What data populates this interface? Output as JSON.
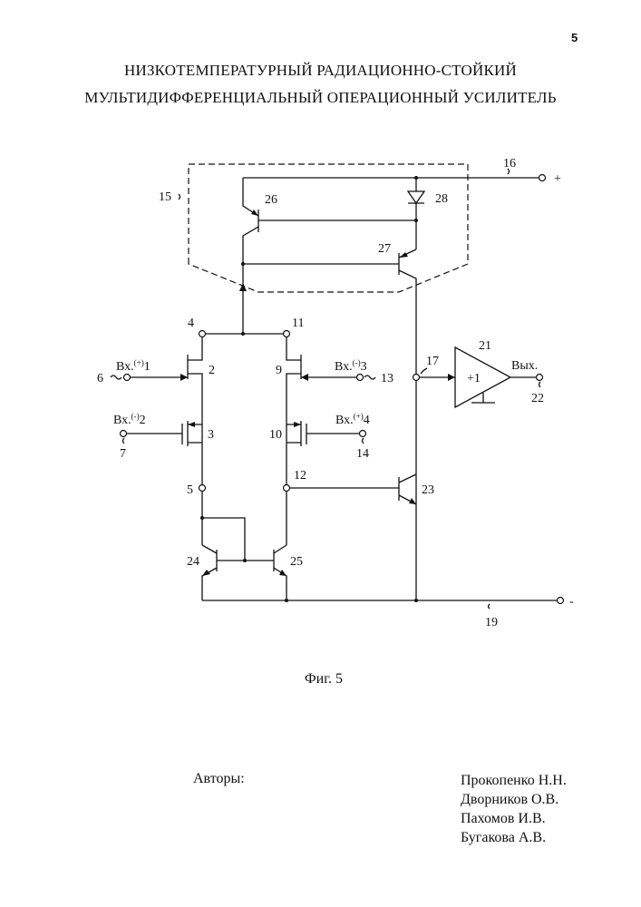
{
  "page_number": "5",
  "title": [
    "НИЗКОТЕМПЕРАТУРНЫЙ РАДИАЦИОННО-СТОЙКИЙ",
    "МУЛЬТИДИФФЕРЕНЦИАЛЬНЫЙ ОПЕРАЦИОННЫЙ УСИЛИТЕЛЬ"
  ],
  "diagram": {
    "labels": {
      "n2": "2",
      "n3": "3",
      "n4": "4",
      "n5": "5",
      "n6": "6",
      "n7": "7",
      "n9": "9",
      "n10": "10",
      "n11": "11",
      "n12": "12",
      "n13": "13",
      "n14": "14",
      "n15": "15",
      "n16": "16",
      "n17": "17",
      "n19": "19",
      "n21": "21",
      "n22": "22",
      "n23": "23",
      "n24": "24",
      "n25": "25",
      "n26": "26",
      "n27": "27",
      "n28": "28"
    },
    "in1": "Вх.",
    "in1_sup": "(+)",
    "in1_num": "1",
    "in2": "Вх.",
    "in2_sup": "(-)",
    "in2_num": "2",
    "in3": "Вх.",
    "in3_sup": "(-)",
    "in3_num": "3",
    "in4": "Вх.",
    "in4_sup": "(+)",
    "in4_num": "4",
    "out": "Вых.",
    "buffer_gain": "+1",
    "plus": "+",
    "minus": "-"
  },
  "caption": "Фиг. 5",
  "authors_label": "Авторы:",
  "authors": [
    "Прокопенко Н.Н.",
    "Дворников О.В.",
    "Пахомов И.В.",
    "Бугакова А.В."
  ]
}
